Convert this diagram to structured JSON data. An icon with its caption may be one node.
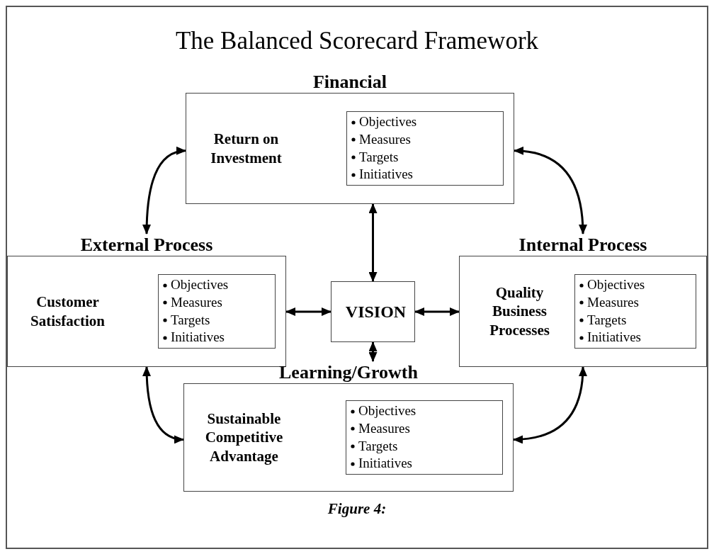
{
  "diagram": {
    "title": "The Balanced Scorecard Framework",
    "caption": "Figure 4:",
    "nodes": [
      {
        "text": [
          "Financial",
          "Return on Investment"
        ]
      },
      {
        "text": [
          "Objectives",
          "Measures",
          "Targets",
          "Initiatives"
        ],
        "in": 0
      },
      {
        "text": [
          "External Process",
          "Customer Satisfaction"
        ]
      },
      {
        "text": [
          "Objectives",
          "Measures",
          "Targets",
          "Initiatives"
        ],
        "in": 2
      },
      {
        "text": [
          "VISION"
        ]
      },
      {
        "text": [
          "Internal Process",
          "Quality Business Processes"
        ]
      },
      {
        "text": [
          "Objectives",
          "Measures",
          "Targets",
          "Initiatives"
        ],
        "in": 5
      },
      {
        "text": [
          "Learning/Growth",
          "Sustainable Competitive Advantage"
        ]
      },
      {
        "text": [
          "Objectives",
          "Measures",
          "Targets",
          "Initiatives"
        ],
        "in": 7
      }
    ],
    "edges": [
      {
        "from": 2,
        "to": 0,
        "arrow": "both"
      },
      {
        "from": 0,
        "to": 5,
        "arrow": "both"
      },
      {
        "from": 0,
        "to": 4,
        "arrow": "both"
      },
      {
        "from": 2,
        "to": 4,
        "arrow": "both"
      },
      {
        "from": 4,
        "to": 5,
        "arrow": "both"
      },
      {
        "from": 4,
        "to": 7,
        "arrow": "both"
      },
      {
        "from": 2,
        "to": 7,
        "arrow": "both"
      },
      {
        "from": 5,
        "to": 7,
        "arrow": "both"
      }
    ]
  }
}
